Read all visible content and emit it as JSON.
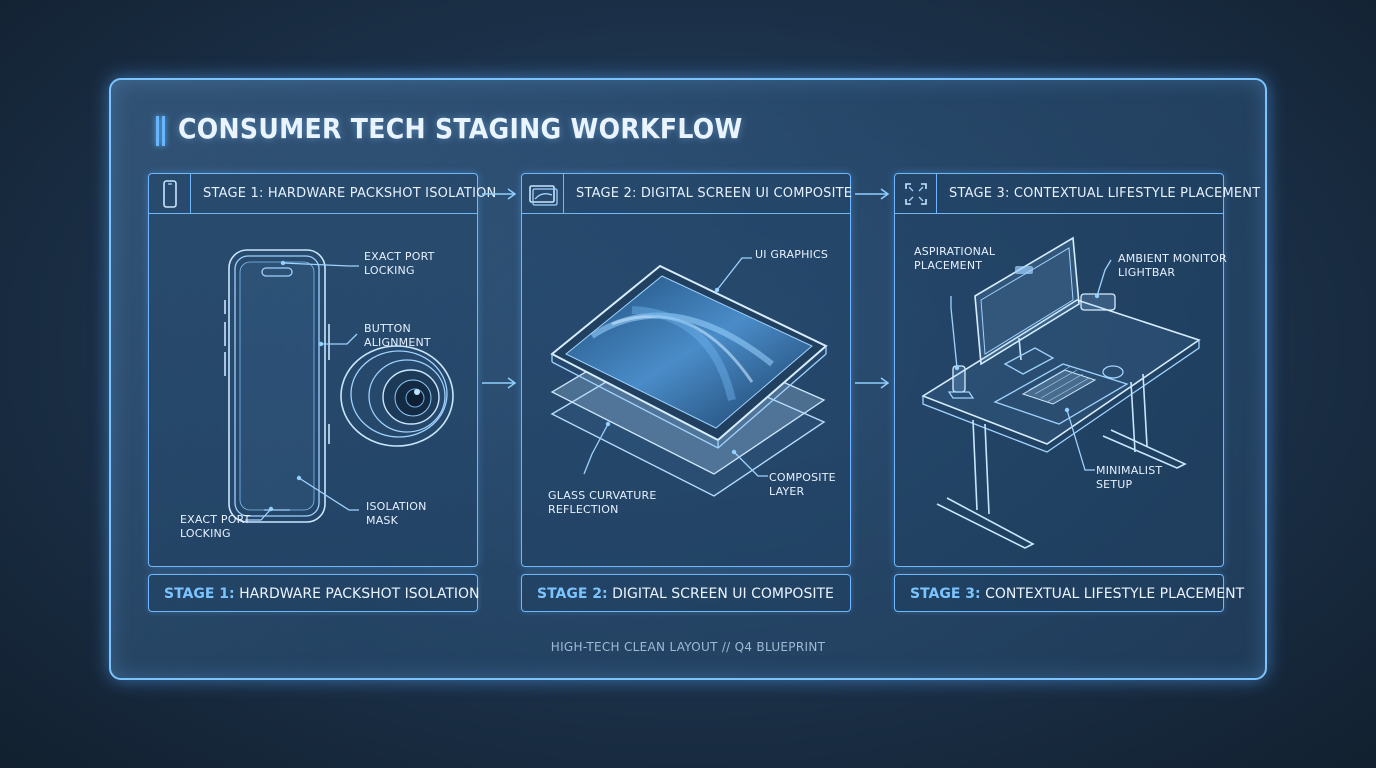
{
  "title": "CONSUMER TECH STAGING WORKFLOW",
  "stages": [
    {
      "header": "STAGE 1: HARDWARE PACKSHOT ISOLATION",
      "icon": "smartphone-icon",
      "footer_num": "STAGE 1:",
      "footer_text": " HARDWARE PACKSHOT ISOLATION",
      "callouts": {
        "port_top_1": "EXACT PORT",
        "port_top_2": "LOCKING",
        "button_1": "BUTTON",
        "button_2": "ALIGNMENT",
        "mask_1": "ISOLATION",
        "mask_2": "MASK",
        "port_bottom_1": "EXACT PORT",
        "port_bottom_2": "LOCKING"
      }
    },
    {
      "header": "STAGE 2: DIGITAL SCREEN UI COMPOSITE",
      "icon": "screen-composite-icon",
      "footer_num": "STAGE 2:",
      "footer_text": " DIGITAL SCREEN UI COMPOSITE",
      "callouts": {
        "ui": "UI GRAPHICS",
        "glass_1": "GLASS CURVATURE",
        "glass_2": "REFLECTION",
        "layer_1": "COMPOSITE",
        "layer_2": "LAYER"
      }
    },
    {
      "header": "STAGE 3: CONTEXTUAL LIFESTYLE PLACEMENT",
      "icon": "expand-arrows-icon",
      "footer_num": "STAGE 3:",
      "footer_text": " CONTEXTUAL LIFESTYLE PLACEMENT",
      "callouts": {
        "asp_1": "ASPIRATIONAL",
        "asp_2": "PLACEMENT",
        "amb_1": "AMBIENT MONITOR",
        "amb_2": "LIGHTBAR",
        "min_1": "MINIMALIST",
        "min_2": "SETUP"
      }
    }
  ],
  "footer_note": "HIGH-TECH CLEAN LAYOUT // Q4 BLUEPRINT",
  "colors": {
    "accent": "#7cc4ff",
    "text": "#e6f1ff",
    "frame": "#7cc4ff"
  }
}
